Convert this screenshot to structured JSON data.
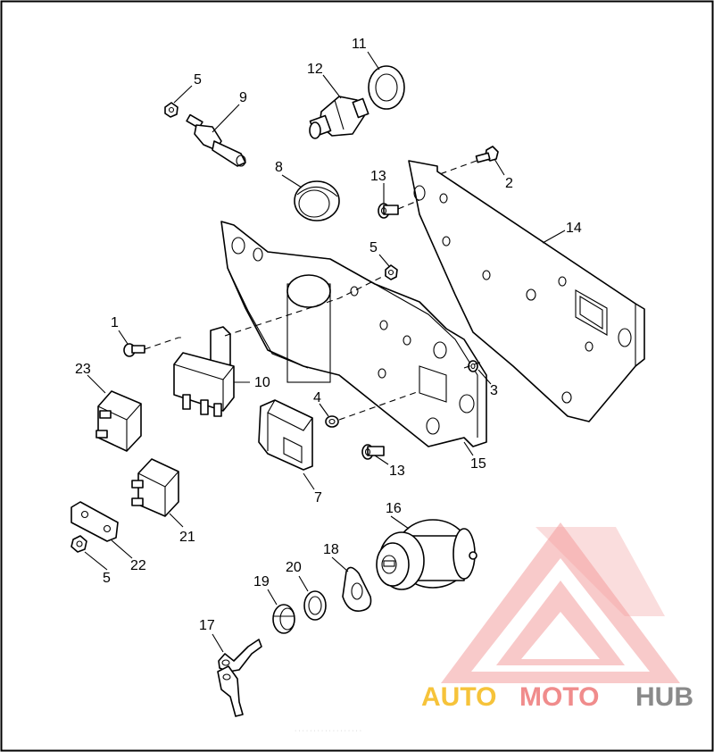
{
  "callouts": {
    "c1": "1",
    "c2": "2",
    "c3": "3",
    "c4": "4",
    "c5a": "5",
    "c5b": "5",
    "c5c": "5",
    "c7": "7",
    "c8": "8",
    "c9": "9",
    "c10": "10",
    "c11": "11",
    "c12": "12",
    "c13a": "13",
    "c13b": "13",
    "c14": "14",
    "c15": "15",
    "c16": "16",
    "c17": "17",
    "c18": "18",
    "c19": "19",
    "c20": "20",
    "c21": "21",
    "c22": "22",
    "c23": "23"
  },
  "watermark": {
    "part1": "AUTO",
    "part2": "MOTO",
    "part3": "HUB",
    "colors": {
      "yellow": "#f6c33a",
      "pink": "#f08c8c",
      "gray": "#8a8a8a"
    }
  },
  "border_color": "#000000"
}
